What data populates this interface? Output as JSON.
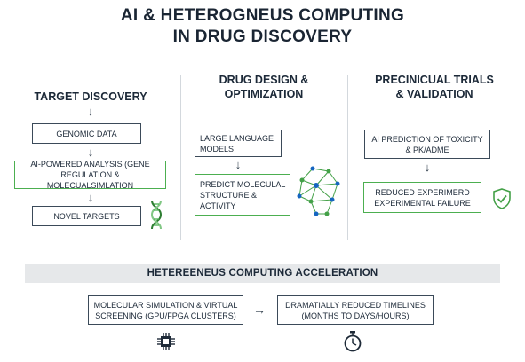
{
  "title": {
    "line1": "AI & HETEROGNEUS COMPUTING",
    "line2": "IN DRUG DISCOVERY"
  },
  "columns": [
    {
      "heading": "TARGET DISCOVERY",
      "boxes": [
        "GENOMIC DATA",
        "AI-POWERED ANALYSIS (GENE REGULATION & MOLECUALSIMLATION",
        "NOVEL TARGETS"
      ],
      "icon": "dna-icon"
    },
    {
      "heading_line1": "DRUG DESIGN &",
      "heading_line2": "OPTIMIZATION",
      "boxes": [
        "LARGE LANGUAGE MODELS",
        "PREDICT MOLECULAL STRUCTURE & ACTIVITY"
      ],
      "icon": "molecule-network-icon"
    },
    {
      "heading_line1": "PRECINICUAL TRIALS",
      "heading_line2": "& VALIDATION",
      "boxes": [
        "AI PREDICTION OF TOXICITY & PK/ADME",
        "REDUCED EXPERIMERD EXPERIMENTAL FAILURE"
      ],
      "icon": "shield-check-icon"
    }
  ],
  "acceleration": {
    "band_label": "HETEREENEUS COMPUTING ACCELERATION",
    "box1": "MOLECULAR SIMULATION & VIRTUAL SCREENING (GPU/FPGA CLUSTERS)",
    "box2": "DRAMATIALLY REDUCED TIMELINES (MONTHS TO DAYS/HOURS)",
    "arrow": "→",
    "icon1": "processor-chip-icon",
    "icon2": "stopwatch-icon"
  },
  "arrow_down": "↓",
  "colors": {
    "accent_green": "#4caf50",
    "dark_border": "#3b4a59",
    "band_gray": "#e6e8ea"
  }
}
